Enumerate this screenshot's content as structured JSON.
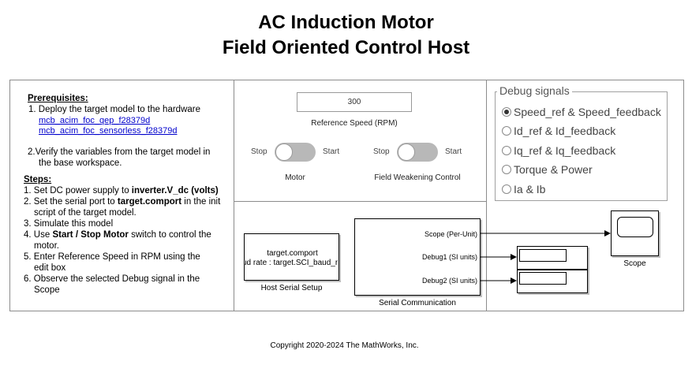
{
  "title": {
    "line1": "AC Induction Motor",
    "line2": "Field Oriented Control Host"
  },
  "instructions": {
    "prereq_heading": "Prerequisites:",
    "prereq_1_prefix": "1.",
    "prereq_1_text": "Deploy the target model to the hardware",
    "link_1": "mcb_acim_foc_qep_f28379d",
    "link_2": "mcb_acim_foc_sensorless_f28379d",
    "prereq_2_line1": "2.Verify the variables from the target model in",
    "prereq_2_line2": "the base workspace.",
    "steps_heading": "Steps:",
    "step_1_a": "1. Set DC power supply to ",
    "step_1_b": "inverter.V_dc (volts)",
    "step_2_a": "2. Set the serial port to ",
    "step_2_b": "target.comport",
    "step_2_c": " in the init",
    "step_2_line2": "script of the target model.",
    "step_3": "3. Simulate this model",
    "step_4_a": "4. Use ",
    "step_4_b": "Start / Stop Motor",
    "step_4_c": " switch to control the",
    "step_4_line2": "motor.",
    "step_5_line1": "5. Enter Reference Speed in RPM using the",
    "step_5_line2": "edit box",
    "step_6_line1": "6. Observe the selected Debug signal in the",
    "step_6_line2": "Scope"
  },
  "controls": {
    "speed_value": "300",
    "speed_label": "Reference Speed (RPM)",
    "motor_switch": {
      "off_label": "Stop",
      "on_label": "Start",
      "caption": "Motor",
      "state": "off"
    },
    "fw_switch": {
      "off_label": "Stop",
      "on_label": "Start",
      "caption": "Field Weakening Control",
      "state": "off"
    }
  },
  "comm": {
    "serial_setup_line1": "target.comport",
    "serial_setup_line2": "ud rate : target.SCI_baud_r",
    "serial_setup_caption": "Host Serial Setup",
    "port_1": "Scope (Per-Unit)",
    "port_2": "Debug1 (SI units)",
    "port_3": "Debug2 (SI units)",
    "comm_caption": "Serial Communication",
    "scope_caption": "Scope"
  },
  "debug": {
    "legend": "Debug signals",
    "options": [
      {
        "label": "Speed_ref & Speed_feedback",
        "selected": true
      },
      {
        "label": "Id_ref & Id_feedback",
        "selected": false
      },
      {
        "label": "Iq_ref & Iq_feedback",
        "selected": false
      },
      {
        "label": "Torque & Power",
        "selected": false
      },
      {
        "label": "Ia & Ib",
        "selected": false
      }
    ]
  },
  "footer": {
    "copyright": "Copyright 2020-2024 The MathWorks, Inc."
  },
  "colors": {
    "link": "#0000cc",
    "toggle_track": "#b8b8b8",
    "border": "#8c8c8c"
  }
}
